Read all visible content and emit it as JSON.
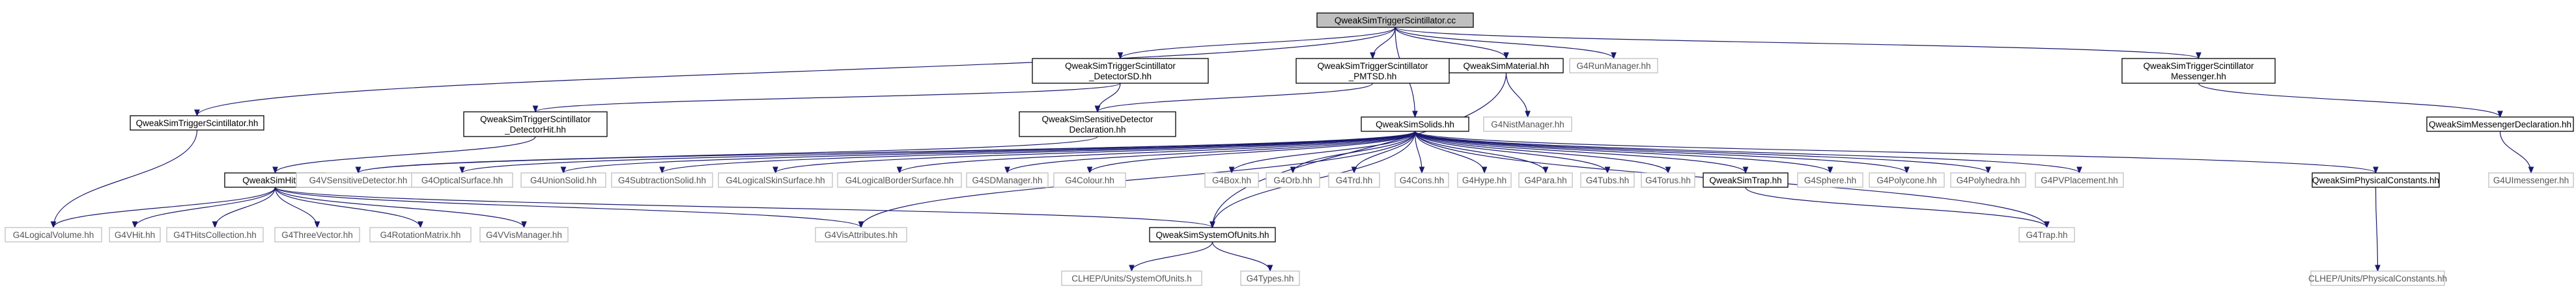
{
  "nodes": [
    {
      "id": "root",
      "lines": [
        "QweakSimTriggerScintillator.cc"
      ],
      "kind": "focus"
    },
    {
      "id": "sd",
      "lines": [
        "QweakSimTriggerScintillator",
        "_DetectorSD.hh"
      ],
      "kind": "internal"
    },
    {
      "id": "pmtsd",
      "lines": [
        "QweakSimTriggerScintillator",
        "_PMTSD.hh"
      ],
      "kind": "internal"
    },
    {
      "id": "mat",
      "lines": [
        "QweakSimMaterial.hh"
      ],
      "kind": "internal"
    },
    {
      "id": "runmgr",
      "lines": [
        "G4RunManager.hh"
      ],
      "kind": "external"
    },
    {
      "id": "msg",
      "lines": [
        "QweakSimTriggerScintillator",
        "Messenger.hh"
      ],
      "kind": "internal"
    },
    {
      "id": "trighh",
      "lines": [
        "QweakSimTriggerScintillator.hh"
      ],
      "kind": "internal"
    },
    {
      "id": "hit",
      "lines": [
        "QweakSimTriggerScintillator",
        "_DetectorHit.hh"
      ],
      "kind": "internal"
    },
    {
      "id": "sens",
      "lines": [
        "QweakSimSensitiveDetector",
        "Declaration.hh"
      ],
      "kind": "internal"
    },
    {
      "id": "solids",
      "lines": [
        "QweakSimSolids.hh"
      ],
      "kind": "internal"
    },
    {
      "id": "nist",
      "lines": [
        "G4NistManager.hh"
      ],
      "kind": "external"
    },
    {
      "id": "msgdecl",
      "lines": [
        "QweakSimMessengerDeclaration.hh"
      ],
      "kind": "internal"
    },
    {
      "id": "simhit",
      "lines": [
        "QweakSimHit.hh"
      ],
      "kind": "internal"
    },
    {
      "id": "vsd",
      "lines": [
        "G4VSensitiveDetector.hh"
      ],
      "kind": "external"
    },
    {
      "id": "optsurf",
      "lines": [
        "G4OpticalSurface.hh"
      ],
      "kind": "external"
    },
    {
      "id": "union",
      "lines": [
        "G4UnionSolid.hh"
      ],
      "kind": "external"
    },
    {
      "id": "subtr",
      "lines": [
        "G4SubtractionSolid.hh"
      ],
      "kind": "external"
    },
    {
      "id": "lskin",
      "lines": [
        "G4LogicalSkinSurface.hh"
      ],
      "kind": "external"
    },
    {
      "id": "lborder",
      "lines": [
        "G4LogicalBorderSurface.hh"
      ],
      "kind": "external"
    },
    {
      "id": "sdmgr",
      "lines": [
        "G4SDManager.hh"
      ],
      "kind": "external"
    },
    {
      "id": "colour",
      "lines": [
        "G4Colour.hh"
      ],
      "kind": "external"
    },
    {
      "id": "box",
      "lines": [
        "G4Box.hh"
      ],
      "kind": "external"
    },
    {
      "id": "orb",
      "lines": [
        "G4Orb.hh"
      ],
      "kind": "external"
    },
    {
      "id": "trd",
      "lines": [
        "G4Trd.hh"
      ],
      "kind": "external"
    },
    {
      "id": "cons",
      "lines": [
        "G4Cons.hh"
      ],
      "kind": "external"
    },
    {
      "id": "hype",
      "lines": [
        "G4Hype.hh"
      ],
      "kind": "external"
    },
    {
      "id": "para",
      "lines": [
        "G4Para.hh"
      ],
      "kind": "external"
    },
    {
      "id": "tubs",
      "lines": [
        "G4Tubs.hh"
      ],
      "kind": "external"
    },
    {
      "id": "torus",
      "lines": [
        "G4Torus.hh"
      ],
      "kind": "external"
    },
    {
      "id": "simtrap",
      "lines": [
        "QweakSimTrap.hh"
      ],
      "kind": "internal"
    },
    {
      "id": "sphere",
      "lines": [
        "G4Sphere.hh"
      ],
      "kind": "external"
    },
    {
      "id": "polycone",
      "lines": [
        "G4Polycone.hh"
      ],
      "kind": "external"
    },
    {
      "id": "polyhedra",
      "lines": [
        "G4Polyhedra.hh"
      ],
      "kind": "external"
    },
    {
      "id": "pvp",
      "lines": [
        "G4PVPlacement.hh"
      ],
      "kind": "external"
    },
    {
      "id": "physconst",
      "lines": [
        "QweakSimPhysicalConstants.hh"
      ],
      "kind": "internal"
    },
    {
      "id": "uimsg",
      "lines": [
        "G4UImessenger.hh"
      ],
      "kind": "external"
    },
    {
      "id": "logvol",
      "lines": [
        "G4LogicalVolume.hh"
      ],
      "kind": "external"
    },
    {
      "id": "vhit",
      "lines": [
        "G4VHit.hh"
      ],
      "kind": "external"
    },
    {
      "id": "thits",
      "lines": [
        "G4THitsCollection.hh"
      ],
      "kind": "external"
    },
    {
      "id": "threevec",
      "lines": [
        "G4ThreeVector.hh"
      ],
      "kind": "external"
    },
    {
      "id": "rotmat",
      "lines": [
        "G4RotationMatrix.hh"
      ],
      "kind": "external"
    },
    {
      "id": "vvis",
      "lines": [
        "G4VVisManager.hh"
      ],
      "kind": "external"
    },
    {
      "id": "visattr",
      "lines": [
        "G4VisAttributes.hh"
      ],
      "kind": "external"
    },
    {
      "id": "sysunits",
      "lines": [
        "QweakSimSystemOfUnits.hh"
      ],
      "kind": "internal"
    },
    {
      "id": "trap",
      "lines": [
        "G4Trap.hh"
      ],
      "kind": "external"
    },
    {
      "id": "clhepconst",
      "lines": [
        "CLHEP/Units/PhysicalConstants.hh"
      ],
      "kind": "external"
    },
    {
      "id": "clhepunits",
      "lines": [
        "CLHEP/Units/SystemOfUnits.h"
      ],
      "kind": "external"
    },
    {
      "id": "types",
      "lines": [
        "G4Types.hh"
      ],
      "kind": "external"
    }
  ],
  "edges": [
    [
      "root",
      "sd"
    ],
    [
      "root",
      "pmtsd"
    ],
    [
      "root",
      "mat"
    ],
    [
      "root",
      "runmgr"
    ],
    [
      "root",
      "msg"
    ],
    [
      "root",
      "trighh"
    ],
    [
      "root",
      "solids"
    ],
    [
      "sd",
      "hit"
    ],
    [
      "sd",
      "sens"
    ],
    [
      "pmtsd",
      "sens"
    ],
    [
      "mat",
      "nist"
    ],
    [
      "mat",
      "sysunits"
    ],
    [
      "msg",
      "msgdecl"
    ],
    [
      "msgdecl",
      "uimsg"
    ],
    [
      "trighh",
      "logvol"
    ],
    [
      "hit",
      "simhit"
    ],
    [
      "sens",
      "vsd"
    ],
    [
      "simhit",
      "logvol"
    ],
    [
      "simhit",
      "vhit"
    ],
    [
      "simhit",
      "thits"
    ],
    [
      "simhit",
      "threevec"
    ],
    [
      "simhit",
      "rotmat"
    ],
    [
      "simhit",
      "vvis"
    ],
    [
      "simhit",
      "visattr"
    ],
    [
      "simhit",
      "sysunits"
    ],
    [
      "solids",
      "vsd"
    ],
    [
      "solids",
      "optsurf"
    ],
    [
      "solids",
      "union"
    ],
    [
      "solids",
      "subtr"
    ],
    [
      "solids",
      "lskin"
    ],
    [
      "solids",
      "lborder"
    ],
    [
      "solids",
      "sdmgr"
    ],
    [
      "solids",
      "colour"
    ],
    [
      "solids",
      "visattr"
    ],
    [
      "solids",
      "box"
    ],
    [
      "solids",
      "orb"
    ],
    [
      "solids",
      "trd"
    ],
    [
      "solids",
      "cons"
    ],
    [
      "solids",
      "hype"
    ],
    [
      "solids",
      "para"
    ],
    [
      "solids",
      "tubs"
    ],
    [
      "solids",
      "torus"
    ],
    [
      "solids",
      "simtrap"
    ],
    [
      "solids",
      "sphere"
    ],
    [
      "solids",
      "polycone"
    ],
    [
      "solids",
      "polyhedra"
    ],
    [
      "solids",
      "pvp"
    ],
    [
      "solids",
      "physconst"
    ],
    [
      "solids",
      "sysunits"
    ],
    [
      "solids",
      "trap"
    ],
    [
      "simtrap",
      "trap"
    ],
    [
      "physconst",
      "clhepconst"
    ],
    [
      "sysunits",
      "clhepunits"
    ],
    [
      "sysunits",
      "types"
    ]
  ]
}
